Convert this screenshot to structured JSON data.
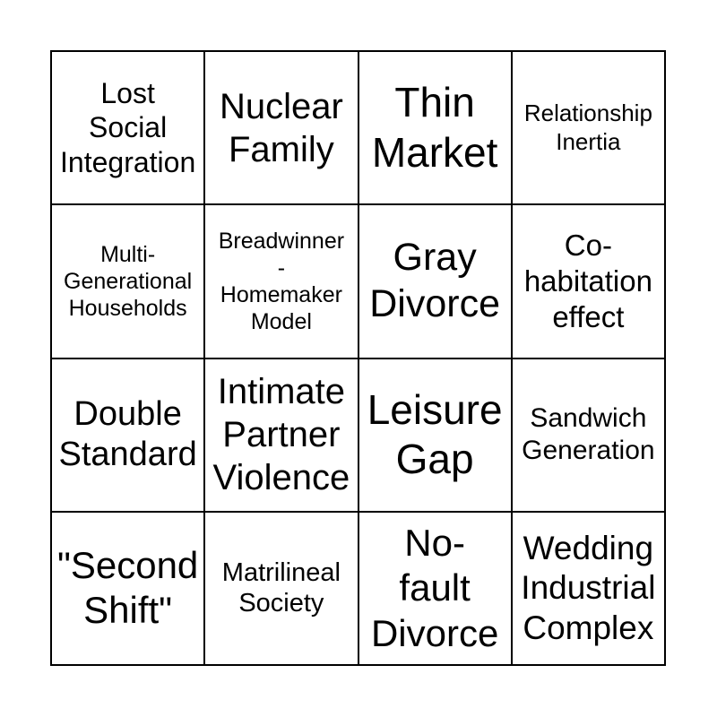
{
  "page": {
    "background_color": "#ffffff",
    "grid_line_color": "#000000",
    "text_color": "#000000"
  },
  "grid": {
    "rows": 4,
    "cols": 4,
    "cells": [
      {
        "text": "Lost\nSocial\nIntegration",
        "font_size": 32
      },
      {
        "text": "Nuclear\nFamily",
        "font_size": 40
      },
      {
        "text": "Thin\nMarket",
        "font_size": 46
      },
      {
        "text": "Relationship\nInertia",
        "font_size": 26
      },
      {
        "text": "Multi-\nGenerational\nHouseholds",
        "font_size": 25
      },
      {
        "text": "Breadwinner\n-\nHomemaker\nModel",
        "font_size": 25
      },
      {
        "text": "Gray\nDivorce",
        "font_size": 43
      },
      {
        "text": "Co-\nhabitation\neffect",
        "font_size": 33
      },
      {
        "text": "Double\nStandard",
        "font_size": 38
      },
      {
        "text": "Intimate\nPartner\nViolence",
        "font_size": 40
      },
      {
        "text": "Leisure\nGap",
        "font_size": 46
      },
      {
        "text": "Sandwich\nGeneration",
        "font_size": 30
      },
      {
        "text": "\"Second\nShift\"",
        "font_size": 42
      },
      {
        "text": "Matrilineal\nSociety",
        "font_size": 29
      },
      {
        "text": "No-\nfault\nDivorce",
        "font_size": 42
      },
      {
        "text": "Wedding\nIndustrial\nComplex",
        "font_size": 37
      }
    ]
  }
}
